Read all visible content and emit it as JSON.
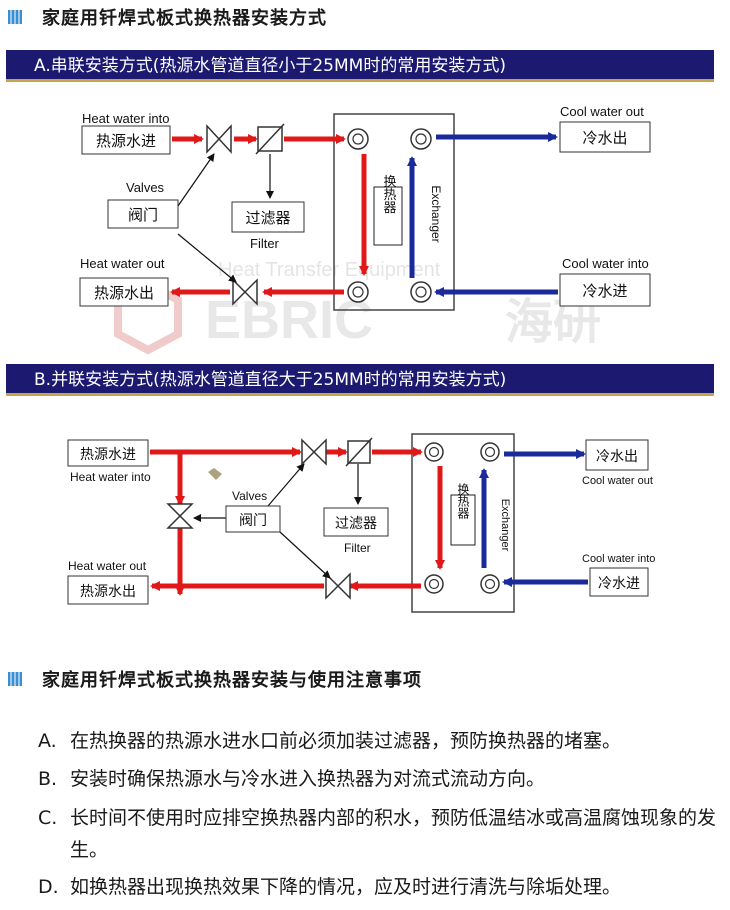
{
  "header1": {
    "title": "家庭用钎焊式板式换热器安装方式"
  },
  "bannerA": {
    "text": "A.串联安装方式(热源水管道直径小于25MM时的常用安装方式)"
  },
  "diagramA": {
    "heat_in_en": "Heat water into",
    "heat_in_cn": "热源水进",
    "valves_en": "Valves",
    "valves_cn": "阀门",
    "filter_cn": "过滤器",
    "filter_en": "Filter",
    "heat_out_en": "Heat water out",
    "heat_out_cn": "热源水出",
    "exchanger_cn": "换热器",
    "exchanger_en": "Exchanger",
    "cool_out_en": "Cool water out",
    "cool_out_cn": "冷水出",
    "cool_in_en": "Cool water into",
    "cool_in_cn": "冷水进"
  },
  "watermark": {
    "line1": "Heat Transfer Equipment",
    "brand": "EBRIC",
    "brand_cn": "海研"
  },
  "bannerB": {
    "text": "B.并联安装方式(热源水管道直径大于25MM时的常用安装方式)"
  },
  "diagramB": {
    "heat_in_cn": "热源水进",
    "heat_in_en": "Heat water into",
    "valves_en": "Valves",
    "valves_cn": "阀门",
    "filter_cn": "过滤器",
    "filter_en": "Filter",
    "heat_out_en": "Heat water out",
    "heat_out_cn": "热源水出",
    "exchanger_cn": "换热器",
    "exchanger_en": "Exchanger",
    "cool_out_cn": "冷水出",
    "cool_out_en": "Cool water out",
    "cool_in_en": "Cool water into",
    "cool_in_cn": "冷水进"
  },
  "header2": {
    "title": "家庭用钎焊式板式换热器安装与使用注意事项"
  },
  "notes": [
    {
      "letter": "A.",
      "text": "在热换器的热源水进水口前必须加装过滤器，预防换热器的堵塞。"
    },
    {
      "letter": "B.",
      "text": "安装时确保热源水与冷水进入换热器为对流式流动方向。"
    },
    {
      "letter": "C.",
      "text": "长时间不使用时应排空换热器内部的积水，预防低温结冰或高温腐蚀现象的发生。"
    },
    {
      "letter": "D.",
      "text": "如换热器出现换热效果下降的情况，应及时进行清洗与除垢处理。"
    }
  ],
  "colors": {
    "hot": "#e01818",
    "cold": "#1a2a9a",
    "banner": "#1c1a70"
  }
}
